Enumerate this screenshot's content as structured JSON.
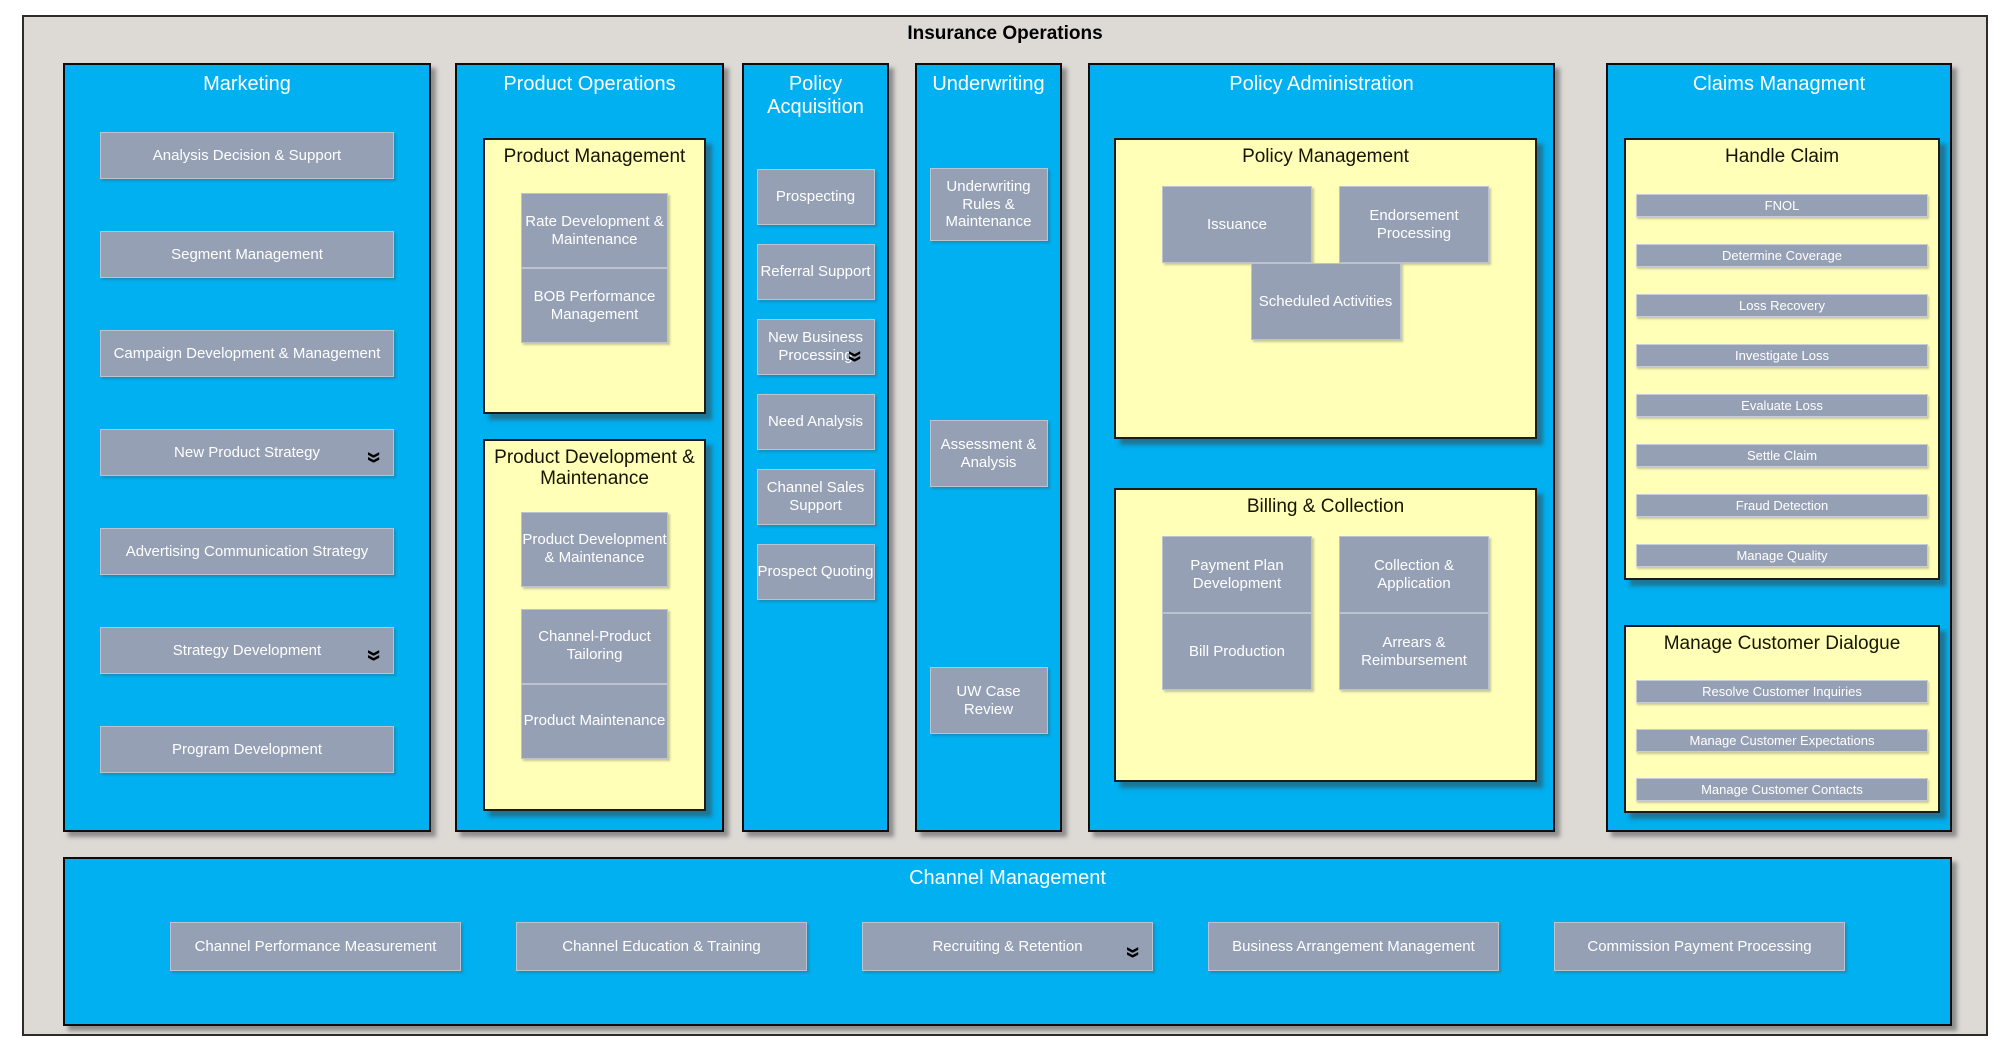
{
  "title": "Insurance Operations",
  "colors": {
    "column_background": "#00B0F0",
    "process_box_background": "#95A0B5",
    "group_background": "#FFFFB8",
    "canvas_background": "#DDDAD6",
    "header_text": "#FFFFFF",
    "group_header_text": "#151500"
  },
  "columns": [
    {
      "label": "Marketing",
      "items": [
        {
          "label": "Analysis Decision & Support",
          "expandable": false
        },
        {
          "label": "Segment Management",
          "expandable": false
        },
        {
          "label": "Campaign Development & Management",
          "expandable": false
        },
        {
          "label": "New Product Strategy",
          "expandable": true
        },
        {
          "label": "Advertising Communication Strategy",
          "expandable": false
        },
        {
          "label": "Strategy Development",
          "expandable": true
        },
        {
          "label": "Program Development",
          "expandable": false
        }
      ]
    },
    {
      "label": "Product Operations",
      "groups": [
        {
          "label": "Product Management",
          "items": [
            {
              "label": "Rate Development & Maintenance",
              "expandable": false
            },
            {
              "label": "BOB Performance Management",
              "expandable": false
            }
          ]
        },
        {
          "label": "Product Development & Maintenance",
          "items": [
            {
              "label": "Product Development & Maintenance",
              "expandable": false
            },
            {
              "label": "Channel-Product Tailoring",
              "expandable": false
            },
            {
              "label": "Product Maintenance",
              "expandable": false
            }
          ]
        }
      ]
    },
    {
      "label": "Policy Acquisition",
      "items": [
        {
          "label": "Prospecting",
          "expandable": false
        },
        {
          "label": "Referral Support",
          "expandable": false
        },
        {
          "label": "New Business Processing",
          "expandable": true
        },
        {
          "label": "Need Analysis",
          "expandable": false
        },
        {
          "label": "Channel Sales Support",
          "expandable": false
        },
        {
          "label": "Prospect Quoting",
          "expandable": false
        }
      ]
    },
    {
      "label": "Underwriting",
      "items": [
        {
          "label": "Underwriting Rules & Maintenance",
          "expandable": false
        },
        {
          "label": "Assessment & Analysis",
          "expandable": false
        },
        {
          "label": "UW Case Review",
          "expandable": false
        }
      ]
    },
    {
      "label": "Policy Administration",
      "groups": [
        {
          "label": "Policy Management",
          "items": [
            {
              "label": "Issuance",
              "expandable": false
            },
            {
              "label": "Endorsement Processing",
              "expandable": false
            },
            {
              "label": "Scheduled Activities",
              "expandable": false
            }
          ]
        },
        {
          "label": "Billing & Collection",
          "items": [
            {
              "label": "Payment Plan Development",
              "expandable": false
            },
            {
              "label": "Collection & Application",
              "expandable": false
            },
            {
              "label": "Bill Production",
              "expandable": false
            },
            {
              "label": "Arrears & Reimbursement",
              "expandable": false
            }
          ]
        }
      ]
    },
    {
      "label": "Claims Managment",
      "groups": [
        {
          "label": "Handle Claim",
          "items": [
            {
              "label": "FNOL",
              "expandable": false
            },
            {
              "label": "Determine Coverage",
              "expandable": false
            },
            {
              "label": "Loss Recovery",
              "expandable": false
            },
            {
              "label": "Investigate Loss",
              "expandable": false
            },
            {
              "label": "Evaluate Loss",
              "expandable": false
            },
            {
              "label": "Settle Claim",
              "expandable": false
            },
            {
              "label": "Fraud Detection",
              "expandable": false
            },
            {
              "label": "Manage Quality",
              "expandable": false
            }
          ]
        },
        {
          "label": "Manage Customer Dialogue",
          "items": [
            {
              "label": "Resolve Customer Inquiries",
              "expandable": false
            },
            {
              "label": "Manage Customer Expectations",
              "expandable": false
            },
            {
              "label": "Manage Customer Contacts",
              "expandable": false
            }
          ]
        }
      ]
    }
  ],
  "bottom_band": {
    "label": "Channel Management",
    "items": [
      {
        "label": "Channel Performance Measurement",
        "expandable": false
      },
      {
        "label": "Channel Education & Training",
        "expandable": false
      },
      {
        "label": "Recruiting & Retention",
        "expandable": true
      },
      {
        "label": "Business Arrangement Management",
        "expandable": false
      },
      {
        "label": "Commission Payment Processing",
        "expandable": false
      }
    ]
  }
}
